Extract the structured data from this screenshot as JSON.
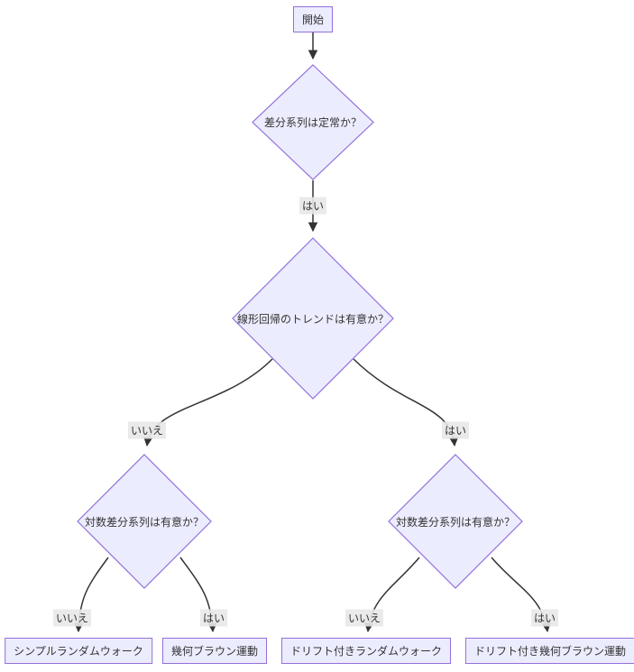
{
  "flowchart": {
    "start": {
      "label": "開始"
    },
    "decisions": {
      "stationarity": {
        "label": "差分系列は定常か？"
      },
      "trend": {
        "label": "線形回帰のトレンドは有意か？"
      },
      "logdiff_left": {
        "label": "対数差分系列は有意か？"
      },
      "logdiff_right": {
        "label": "対数差分系列は有意か？"
      }
    },
    "results": {
      "simple_random_walk": {
        "label": "シンプルランダムウォーク"
      },
      "geometric_brownian_motion": {
        "label": "幾何ブラウン運動"
      },
      "random_walk_with_drift": {
        "label": "ドリフト付きランダムウォーク"
      },
      "gbm_with_drift": {
        "label": "ドリフト付き幾何ブラウン運動"
      }
    },
    "edge_labels": {
      "stationarity_yes": "はい",
      "trend_no": "いいえ",
      "trend_yes": "はい",
      "left_no": "いいえ",
      "left_yes": "はい",
      "right_no": "いいえ",
      "right_yes": "はい"
    },
    "colors": {
      "node_fill": "#ECECFF",
      "node_border": "#9370DB",
      "edge_stroke": "#333333",
      "edge_label_bg": "#E8E8E8",
      "text": "#333333",
      "background": "#FFFFFF"
    }
  }
}
